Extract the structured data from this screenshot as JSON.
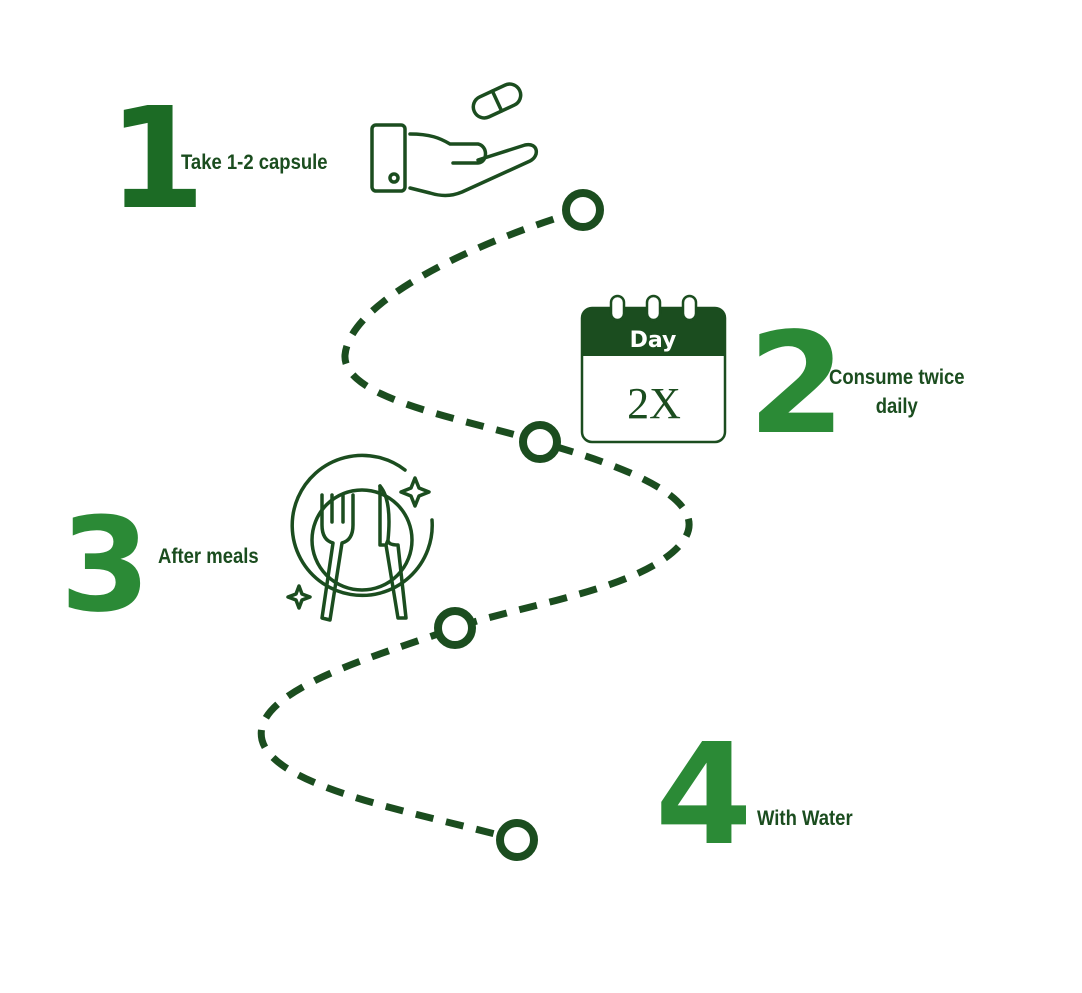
{
  "colors": {
    "dark": "#1b4d1f",
    "step1": "#1c6b25",
    "accent": "#2b8a36"
  },
  "steps": [
    {
      "number": "1",
      "label": "Take 1-2 capsule",
      "icon": "hand-capsule-icon"
    },
    {
      "number": "2",
      "label_line1": "Consume twice",
      "label_line2": "daily",
      "icon": "calendar-icon",
      "calendar_header": "Day",
      "calendar_value": "2X"
    },
    {
      "number": "3",
      "label": "After meals",
      "icon": "plate-fork-knife-icon"
    },
    {
      "number": "4",
      "label": "With Water"
    }
  ]
}
